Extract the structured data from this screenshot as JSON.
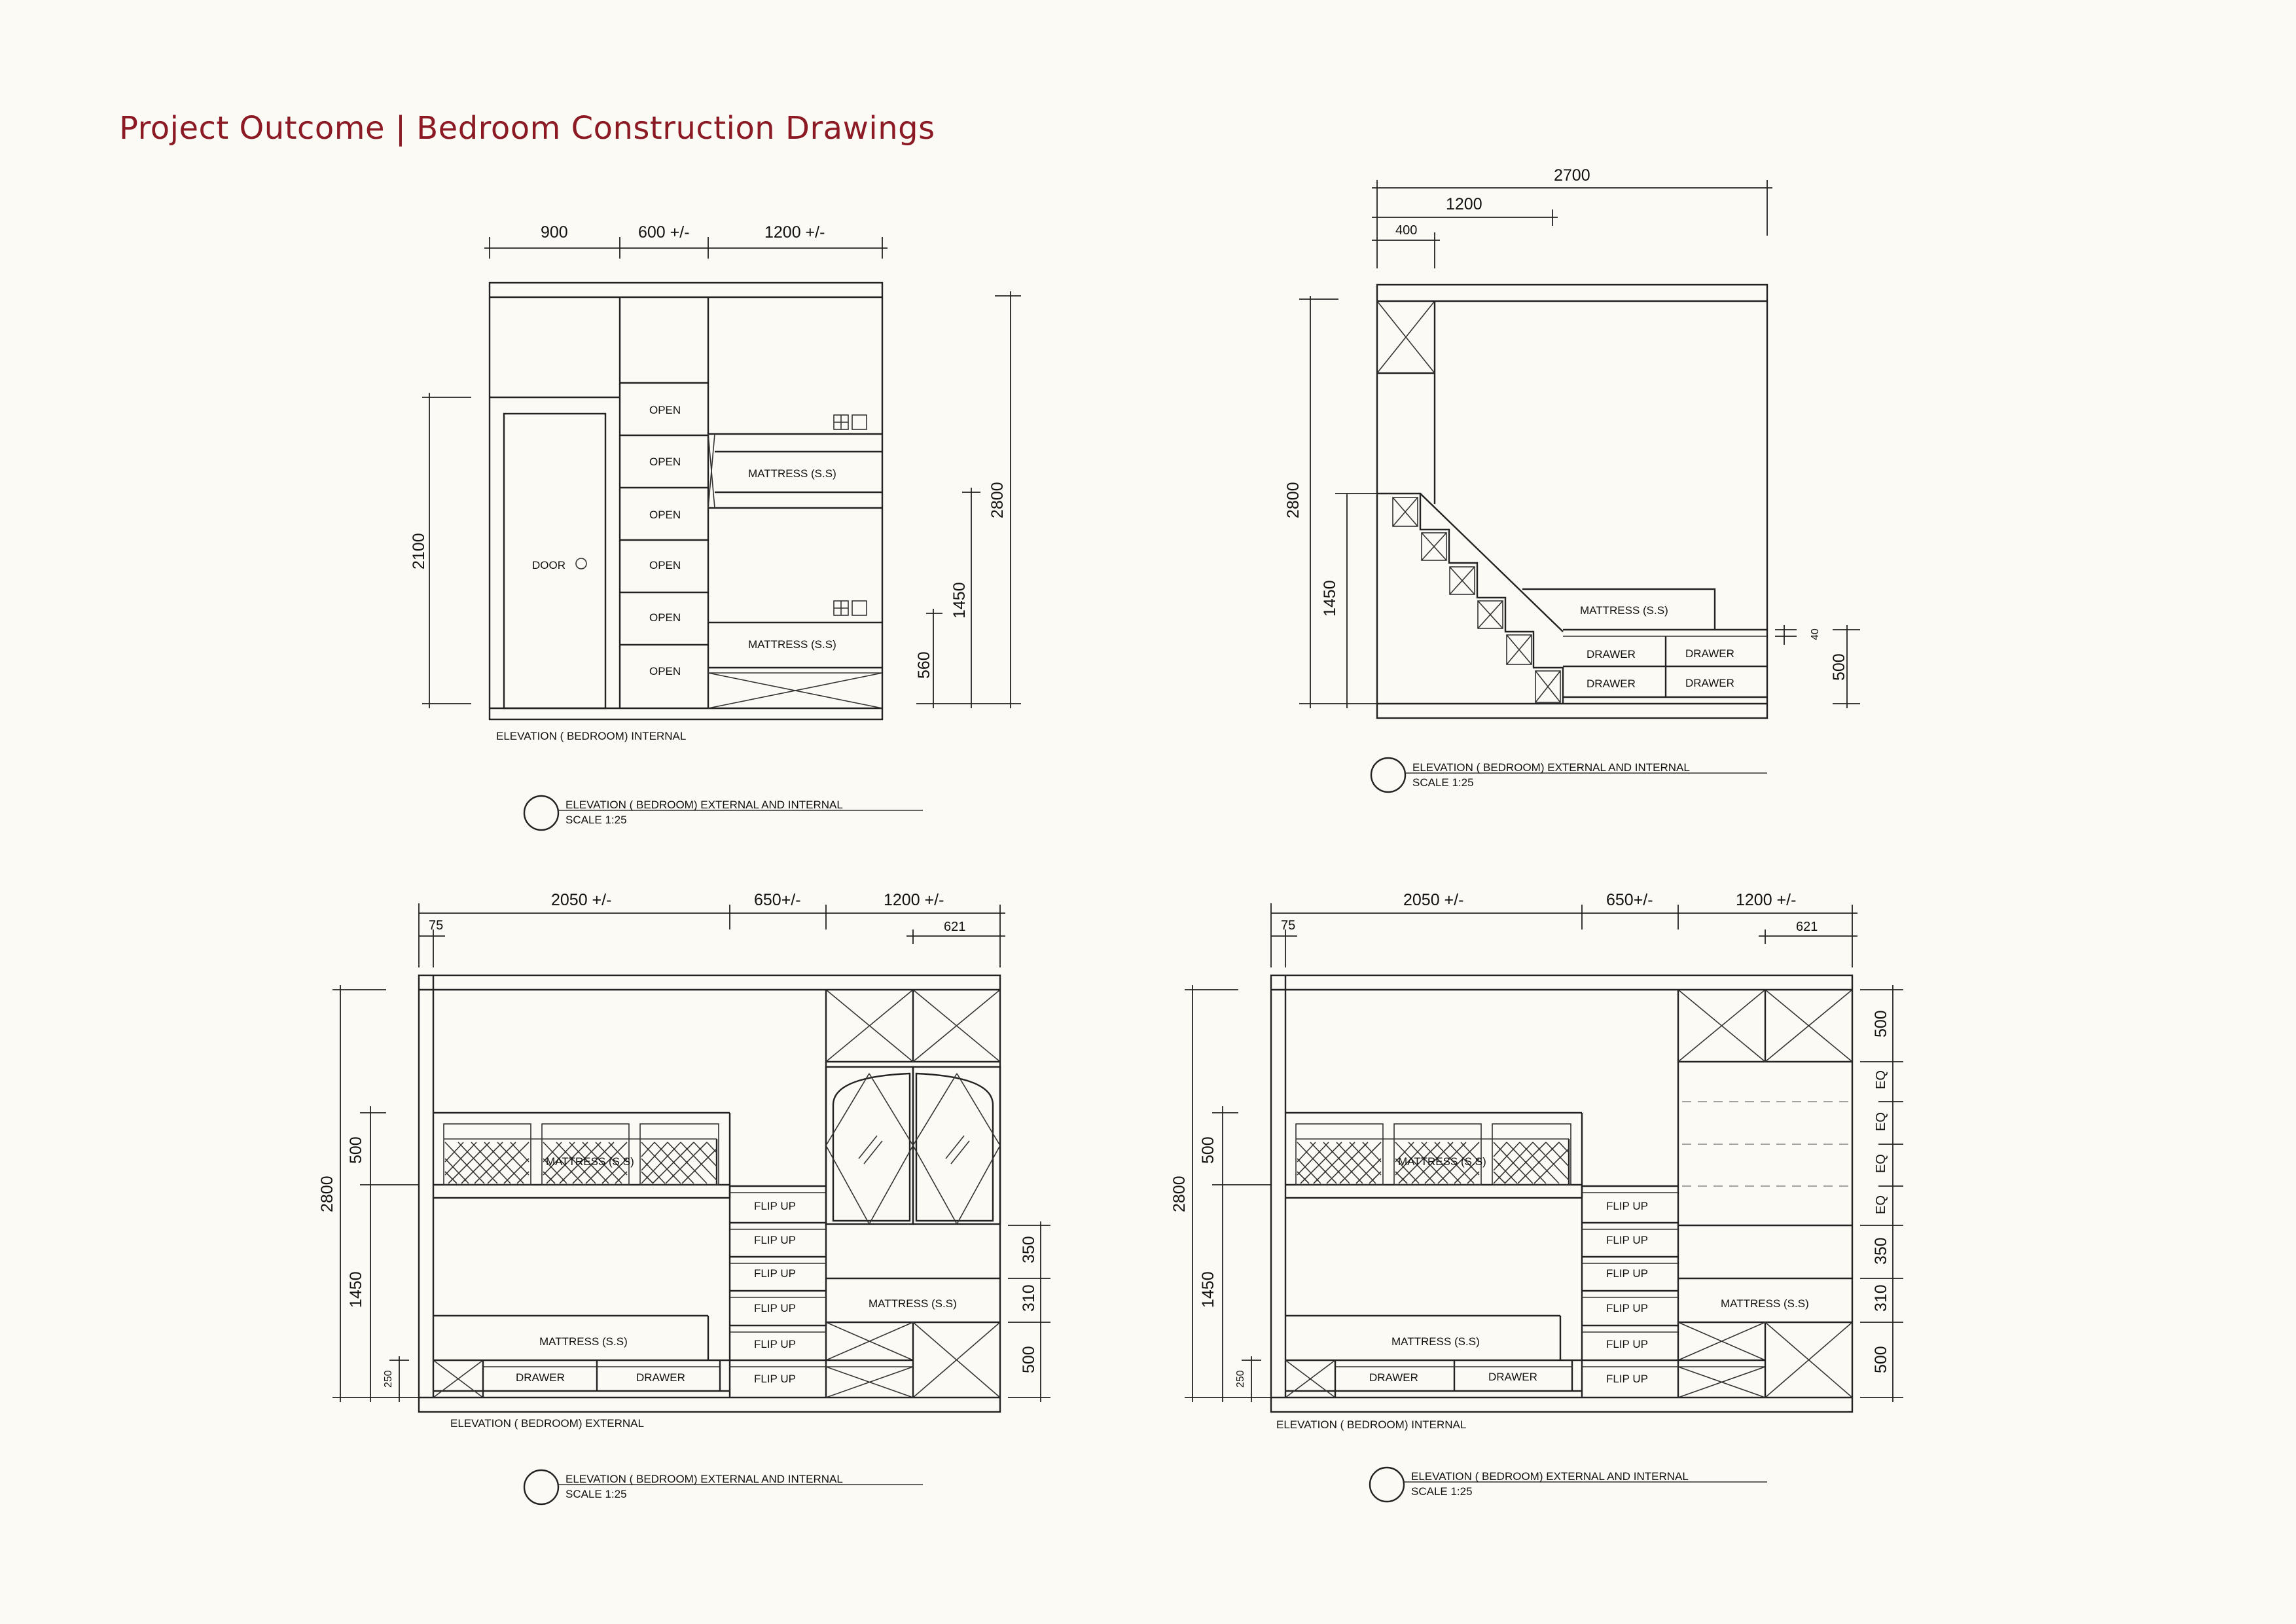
{
  "page": {
    "title": "Project Outcome | Bedroom Construction Drawings"
  },
  "colors": {
    "title": "#8b1a24",
    "background": "#fcfaf4",
    "line": "#222222"
  },
  "drawings": {
    "d1": {
      "labels": {
        "dim_900": "900",
        "dim_600": "600 +/-",
        "dim_1200": "1200 +/-",
        "dim_2100": "2100",
        "dim_2800": "2800",
        "dim_1450": "1450",
        "dim_560": "560",
        "open": "OPEN",
        "door": "DOOR",
        "mattress": "MATTRESS (S.S)",
        "view_label": "ELEVATION ( BEDROOM) INTERNAL",
        "caption_title": "ELEVATION ( BEDROOM) EXTERNAL AND INTERNAL",
        "caption_scale": "SCALE 1:25"
      }
    },
    "d2": {
      "labels": {
        "dim_2700": "2700",
        "dim_1200": "1200",
        "dim_400": "400",
        "dim_2800": "2800",
        "dim_1450": "1450",
        "dim_500": "500",
        "dim_40": "40",
        "mattress": "MATTRESS (S.S)",
        "drawer": "DRAWER",
        "caption_title": "ELEVATION ( BEDROOM) EXTERNAL AND INTERNAL",
        "caption_scale": "SCALE 1:25"
      }
    },
    "d3": {
      "labels": {
        "dim_2050": "2050 +/-",
        "dim_650": "650+/-",
        "dim_1200": "1200 +/-",
        "dim_621": "621",
        "dim_75": "75",
        "dim_2800": "2800",
        "dim_500": "500",
        "dim_1450": "1450",
        "dim_250": "250",
        "dim_r350": "350",
        "dim_r310": "310",
        "dim_r500": "500",
        "mattress": "MATTRESS (S.S)",
        "flip_up": "FLIP UP",
        "drawer": "DRAWER",
        "view_label": "ELEVATION ( BEDROOM) EXTERNAL",
        "caption_title": "ELEVATION ( BEDROOM) EXTERNAL AND INTERNAL",
        "caption_scale": "SCALE 1:25"
      }
    },
    "d4": {
      "labels": {
        "dim_2050": "2050 +/-",
        "dim_650": "650+/-",
        "dim_1200": "1200 +/-",
        "dim_621": "621",
        "dim_75": "75",
        "dim_2800": "2800",
        "dim_500": "500",
        "dim_1450": "1450",
        "dim_250": "250",
        "dim_r500": "500",
        "dim_eq": "EQ",
        "dim_r350": "350",
        "dim_r310": "310",
        "dim_r500b": "500",
        "mattress": "MATTRESS (S.S)",
        "flip_up": "FLIP UP",
        "drawer": "DRAWER",
        "view_label": "ELEVATION ( BEDROOM) INTERNAL",
        "caption_title": "ELEVATION ( BEDROOM) EXTERNAL AND INTERNAL",
        "caption_scale": "SCALE 1:25"
      }
    }
  }
}
